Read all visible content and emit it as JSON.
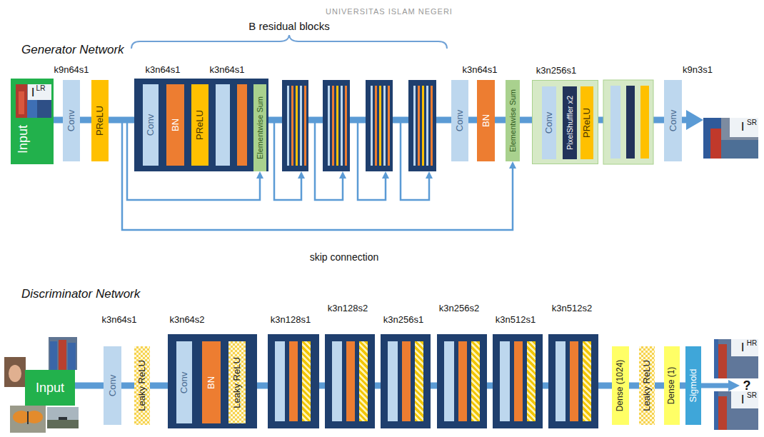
{
  "diagram": {
    "nodes": [
      {
        "text": [
          "I",
          "LR",
          "Input"
        ]
      },
      {
        "text": [
          "k9n64s1",
          "Conv"
        ]
      },
      {
        "text": [
          "PReLU"
        ]
      },
      {
        "text": [
          "k3n64s1",
          "k3n64s1"
        ]
      },
      {
        "text": [
          "Conv"
        ],
        "in": 3
      },
      {
        "text": [
          "BN"
        ],
        "in": 3
      },
      {
        "text": [
          "PReLU"
        ],
        "in": 3
      },
      {
        "text": [
          "Elementwise Sum"
        ],
        "in": 3
      },
      {
        "text": [
          "k3n64s1",
          "Conv"
        ]
      },
      {
        "text": [
          "BN"
        ]
      },
      {
        "text": [
          "Elementwise Sum"
        ]
      },
      {
        "text": [
          "k3n256s1"
        ]
      },
      {
        "text": [
          "Conv"
        ],
        "in": 11
      },
      {
        "text": [
          "PixelShuffler x2"
        ],
        "in": 11
      },
      {
        "text": [
          "PReLU"
        ],
        "in": 11
      },
      {
        "text": [
          "k9n3s1",
          "Conv"
        ]
      },
      {
        "text": [
          "I",
          "SR"
        ]
      },
      {
        "text": [
          "Input"
        ]
      },
      {
        "text": [
          "k3n64s1",
          "Conv"
        ]
      },
      {
        "text": [
          "Leaky ReLU"
        ]
      },
      {
        "text": [
          "k3n64s2"
        ]
      },
      {
        "text": [
          "Conv"
        ],
        "in": 20
      },
      {
        "text": [
          "BN"
        ],
        "in": 20
      },
      {
        "text": [
          "Leaky ReLU"
        ],
        "in": 20
      },
      {
        "text": [
          "k3n128s1"
        ]
      },
      {
        "text": [
          "k3n128s2"
        ]
      },
      {
        "text": [
          "k3n256s1"
        ]
      },
      {
        "text": [
          "k3n256s2"
        ]
      },
      {
        "text": [
          "k3n512s1"
        ]
      },
      {
        "text": [
          "k3n512s2"
        ]
      },
      {
        "text": [
          "Dense (1024)"
        ]
      },
      {
        "text": [
          "Leaky ReLU"
        ]
      },
      {
        "text": [
          "Dense (1)"
        ]
      },
      {
        "text": [
          "Sigmoid"
        ]
      },
      {
        "text": [
          "I",
          "HR"
        ]
      },
      {
        "text": [
          "I",
          "SR"
        ]
      }
    ],
    "edges": [
      {
        "from": 0,
        "to": 1,
        "arrow": "none"
      },
      {
        "from": 1,
        "to": 2,
        "arrow": "none"
      },
      {
        "from": 2,
        "to": 3,
        "arrow": "none"
      },
      {
        "from": 3,
        "to": 8,
        "arrow": "none"
      },
      {
        "from": 8,
        "to": 9,
        "arrow": "none"
      },
      {
        "from": 9,
        "to": 10,
        "arrow": "none"
      },
      {
        "from": 10,
        "to": 11,
        "arrow": "none"
      },
      {
        "from": 11,
        "to": 15,
        "arrow": "none"
      },
      {
        "from": 15,
        "to": 16,
        "arrow": "to"
      },
      {
        "from": 2,
        "to": 7,
        "arrow": "to"
      },
      {
        "from": 2,
        "to": 10,
        "arrow": "to"
      },
      {
        "from": 17,
        "to": 18,
        "arrow": "none"
      },
      {
        "from": 18,
        "to": 19,
        "arrow": "none"
      },
      {
        "from": 19,
        "to": 20,
        "arrow": "none"
      },
      {
        "from": 20,
        "to": 24,
        "arrow": "none"
      },
      {
        "from": 24,
        "to": 25,
        "arrow": "none"
      },
      {
        "from": 25,
        "to": 26,
        "arrow": "none"
      },
      {
        "from": 26,
        "to": 27,
        "arrow": "none"
      },
      {
        "from": 27,
        "to": 28,
        "arrow": "none"
      },
      {
        "from": 28,
        "to": 29,
        "arrow": "none"
      },
      {
        "from": 29,
        "to": 30,
        "arrow": "none"
      },
      {
        "from": 30,
        "to": 31,
        "arrow": "none"
      },
      {
        "from": 31,
        "to": 32,
        "arrow": "none"
      },
      {
        "from": 32,
        "to": 33,
        "arrow": "none"
      }
    ],
    "labels": [
      "UNIVERSITAS ISLAM NEGERI",
      "Generator Network",
      "B residual blocks",
      "skip connection",
      "Discriminator Network",
      "?"
    ]
  }
}
